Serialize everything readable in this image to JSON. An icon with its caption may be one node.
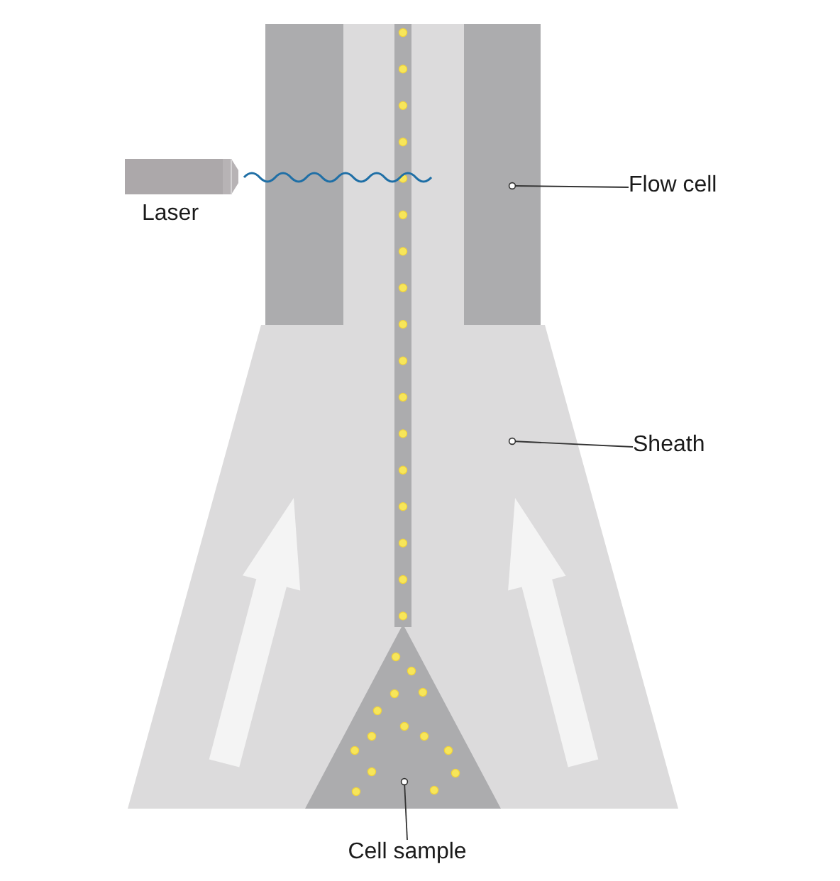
{
  "diagram": {
    "nodes": [
      {
        "text": [
          "Laser"
        ]
      },
      {
        "text": [
          "Flow cell"
        ]
      },
      {
        "text": [],
        "shape": "box"
      },
      {
        "text": [
          "Sheath"
        ]
      },
      {
        "text": [],
        "shape": "trapezoid"
      },
      {
        "text": [
          "Cell sample"
        ]
      },
      {
        "text": [],
        "shape": "triangle",
        "in": 4
      }
    ],
    "edges": [
      {
        "from": 1,
        "to": 2,
        "arrow": "other"
      },
      {
        "from": 3,
        "to": 4,
        "arrow": "other"
      },
      {
        "from": 5,
        "to": 6,
        "arrow": "other"
      }
    ]
  }
}
